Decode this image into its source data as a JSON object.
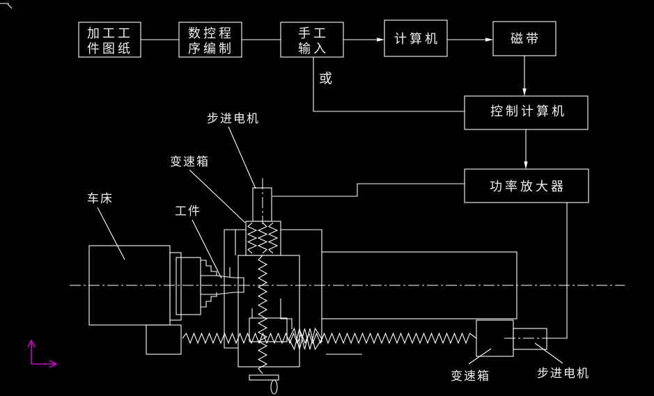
{
  "canvas": {
    "background_color": "#000000",
    "line_color": "#ffffff",
    "ucs_icon_color": "#cc00cc"
  },
  "flowchart": {
    "box_drawing": {
      "line1": "加工工",
      "line2": "件图纸"
    },
    "box_programming": {
      "line1": "数控程",
      "line2": "序编制"
    },
    "box_manual_input": {
      "line1": "手工",
      "line2": "输入"
    },
    "box_computer": {
      "label": "计算机"
    },
    "box_tape": {
      "label": "磁带"
    },
    "box_control_computer": {
      "label": "控制计算机"
    },
    "box_power_amplifier": {
      "label": "功率放大器"
    },
    "or_label": "或"
  },
  "machine_labels": {
    "stepper_motor_top": "步进电机",
    "gearbox_top": "变速箱",
    "lathe": "车床",
    "workpiece": "工件",
    "gearbox_right": "变速箱",
    "stepper_motor_right": "步进电机"
  }
}
